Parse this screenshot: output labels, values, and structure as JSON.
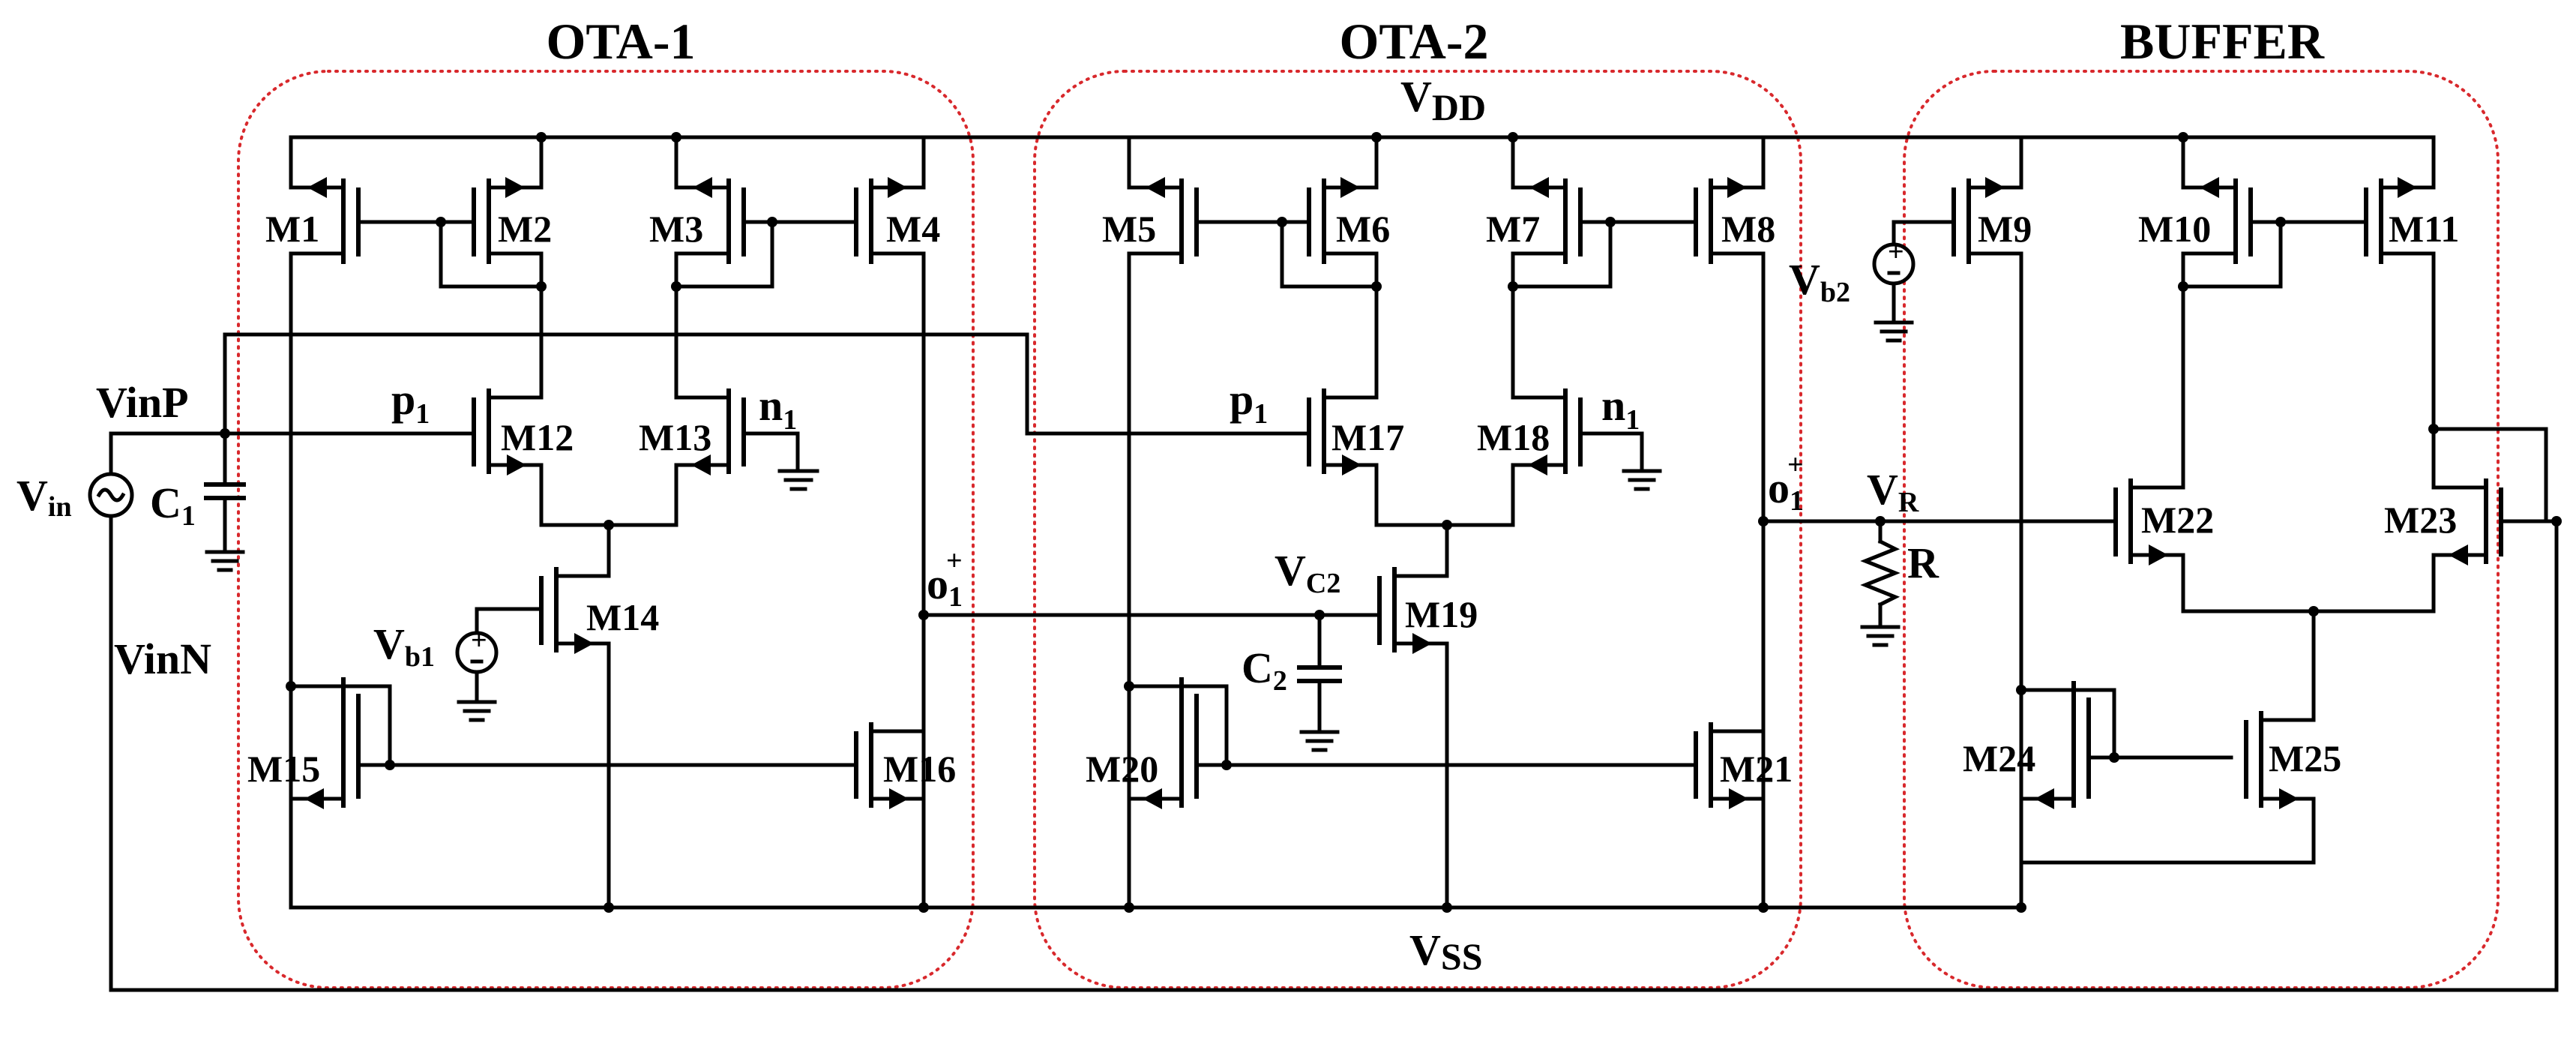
{
  "blocks": {
    "ota1": "OTA-1",
    "ota2": "OTA-2",
    "buffer": "BUFFER"
  },
  "rails": {
    "vdd_main": "V",
    "vdd_sub": "DD",
    "vss_main": "V",
    "vss_sub": "SS"
  },
  "transistors": {
    "m1": "M1",
    "m2": "M2",
    "m3": "M3",
    "m4": "M4",
    "m5": "M5",
    "m6": "M6",
    "m7": "M7",
    "m8": "M8",
    "m9": "M9",
    "m10": "M10",
    "m11": "M11",
    "m12": "M12",
    "m13": "M13",
    "m14": "M14",
    "m15": "M15",
    "m16": "M16",
    "m17": "M17",
    "m18": "M18",
    "m19": "M19",
    "m20": "M20",
    "m21": "M21",
    "m22": "M22",
    "m23": "M23",
    "m24": "M24",
    "m25": "M25"
  },
  "nodes": {
    "vinp": "VinP",
    "vinn": "VinN",
    "vin_main": "V",
    "vin_sub": "in",
    "c1_main": "C",
    "c1_sub": "1",
    "c2_main": "C",
    "c2_sub": "2",
    "p1_main": "p",
    "p1_sub": "1",
    "n1_main": "n",
    "n1_sub": "1",
    "vb1_main": "V",
    "vb1_sub": "b1",
    "vb2_main": "V",
    "vb2_sub": "b2",
    "vc2_main": "V",
    "vc2_sub": "C2",
    "o1_main": "o",
    "o1_sub": "1",
    "o1_sup": "+",
    "vr_main": "V",
    "vr_sub": "R",
    "r": "R",
    "plus": "+",
    "minus": "-"
  }
}
